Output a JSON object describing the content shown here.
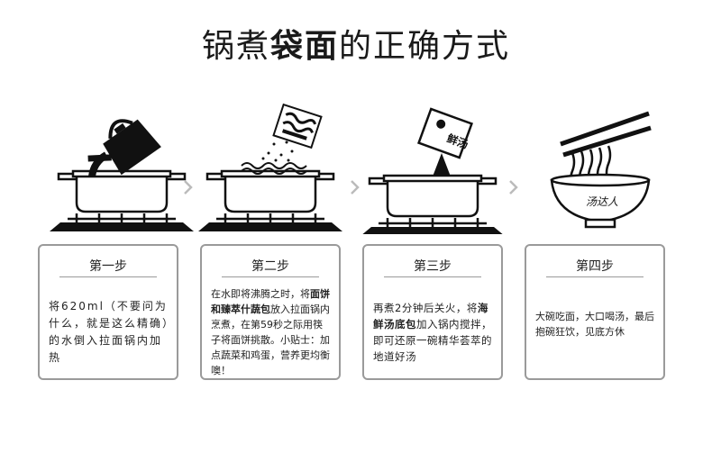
{
  "title": {
    "part1": "锅煮",
    "part2": "袋面",
    "part3": "的正确方式"
  },
  "steps": [
    {
      "title": "第一步",
      "text": "将620ml（不要问为什么，就是这么精确）的水倒入拉面锅内加热"
    },
    {
      "title": "第二步",
      "text_a": "在水即将沸腾之时，将",
      "text_bold": "面饼和臻萃什蔬包",
      "text_b": "放入拉面锅内烹煮，在第59秒之际用筷子将面饼挑散。小贴士：加点蔬菜和鸡蛋，营养更均衡噢！"
    },
    {
      "title": "第三步",
      "text_a": "再煮2分钟后关火，将",
      "text_bold": "海鲜汤底包",
      "text_b": "加入锅内搅拌，即可还原一碗精华荟萃的地道好汤"
    },
    {
      "title": "第四步",
      "text": "大碗吃面，大口喝汤，最后抱碗狂饮，见底方休"
    }
  ],
  "illustration": {
    "packet_label": "鲜汤",
    "bowl_label": "汤达人",
    "icons": [
      "kettle-icon",
      "pot-icon",
      "noodle-packet-icon",
      "soup-packet-icon",
      "bowl-icon",
      "chopsticks-icon",
      "arrow-right-icon"
    ]
  }
}
